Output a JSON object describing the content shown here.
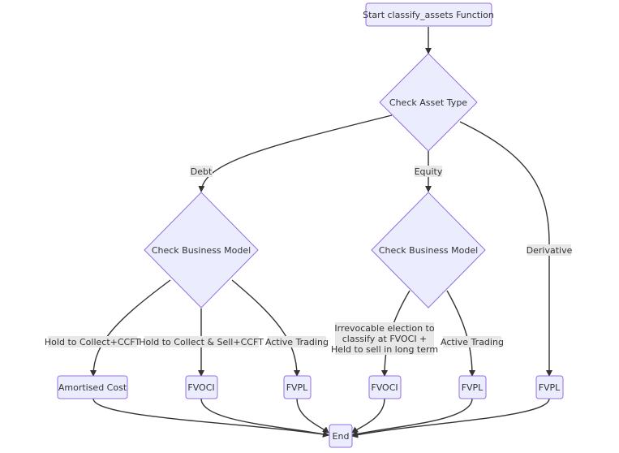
{
  "nodes": {
    "start": "Start classify_assets Function",
    "check_asset_type": "Check Asset Type",
    "check_business_model_debt": "Check Business Model",
    "check_business_model_equity": "Check Business Model",
    "amortised_cost": "Amortised Cost",
    "fvoci_debt": "FVOCI",
    "fvpl_debt": "FVPL",
    "fvoci_equity": "FVOCI",
    "fvpl_equity": "FVPL",
    "fvpl_derivative": "FVPL",
    "end": "End"
  },
  "edge_labels": {
    "debt": "Debt",
    "equity": "Equity",
    "derivative": "Derivative",
    "hold_to_collect": "Hold to Collect+CCFT",
    "hold_to_collect_sell": "Hold to Collect & Sell+CCFT",
    "active_trading_debt": "Active Trading",
    "irrevocable_line1": "Irrevocable election to",
    "irrevocable_line2": "classify at FVOCI +",
    "irrevocable_line3": "Held to sell in long term",
    "active_trading_equity": "Active Trading"
  },
  "colors": {
    "node_fill": "#ECECFF",
    "node_stroke": "#9370DB",
    "edge": "#333333",
    "label_bg": "#e8e8e8",
    "text": "#333333"
  }
}
